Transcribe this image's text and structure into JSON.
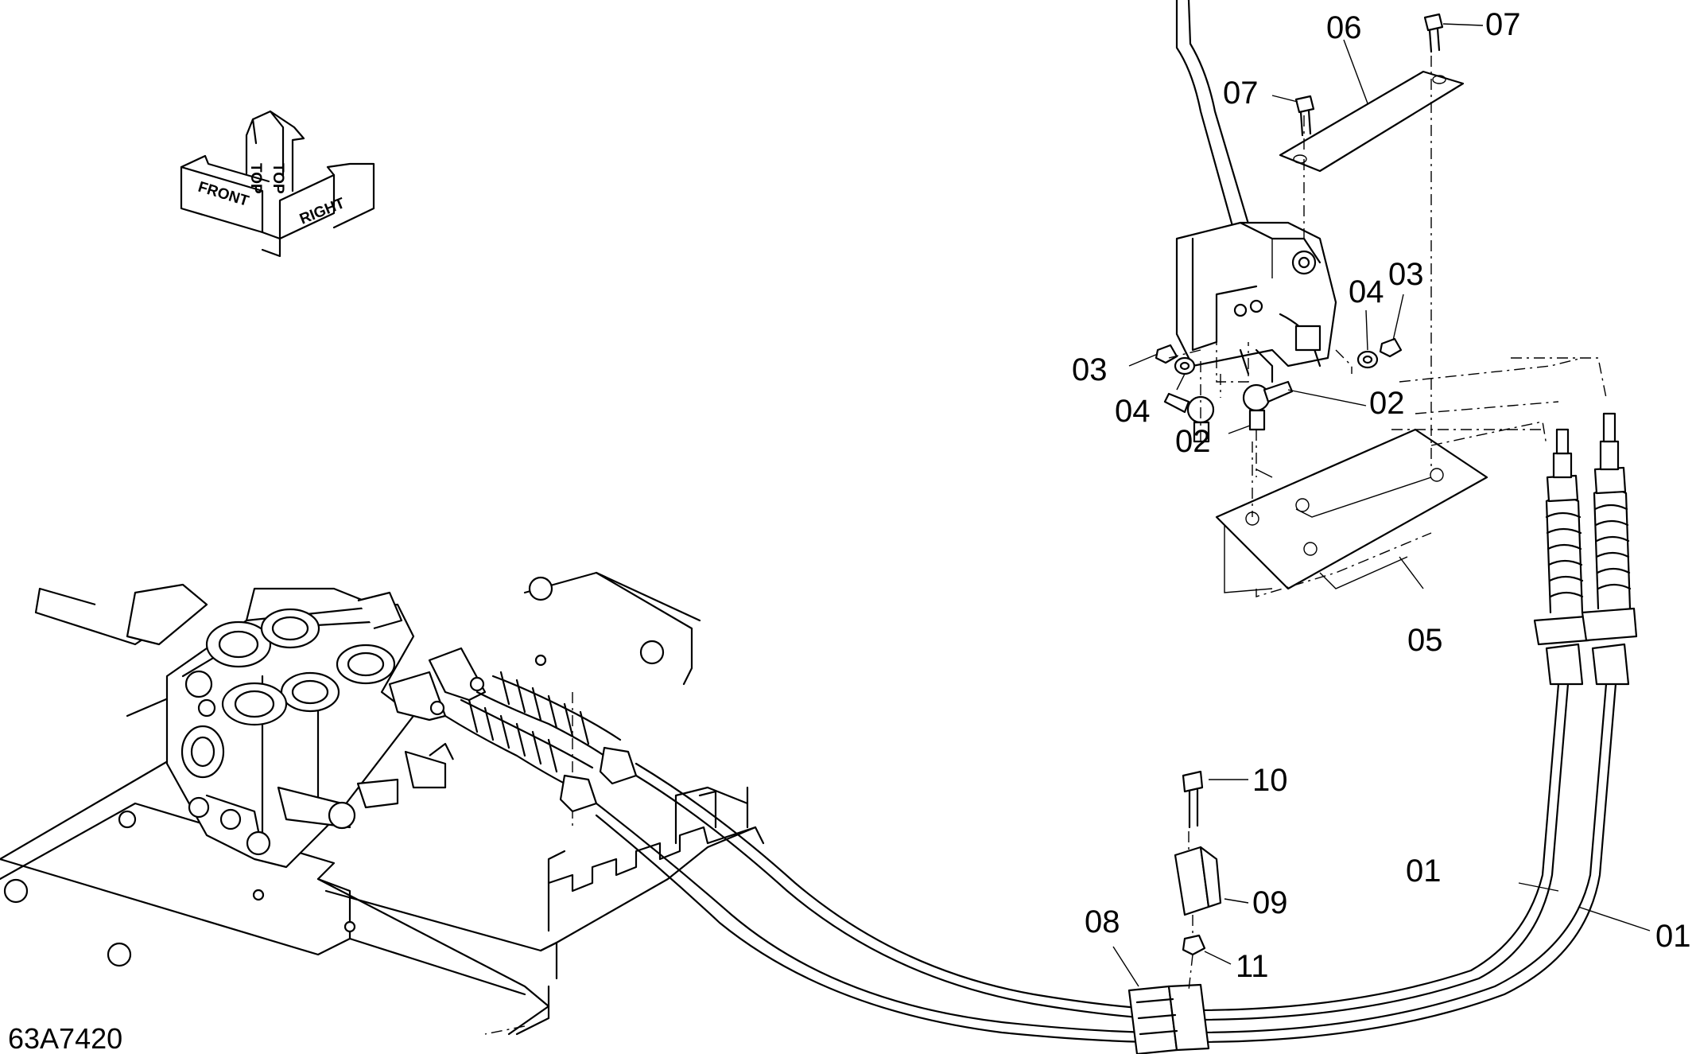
{
  "drawing_code": "63A7420",
  "orientation": {
    "front": "FRONT",
    "top": "TOP",
    "right": "RIGHT"
  },
  "callouts": [
    {
      "id": "01a",
      "label": "01"
    },
    {
      "id": "01b",
      "label": "01"
    },
    {
      "id": "02a",
      "label": "02"
    },
    {
      "id": "02b",
      "label": "02"
    },
    {
      "id": "03a",
      "label": "03"
    },
    {
      "id": "03b",
      "label": "03"
    },
    {
      "id": "04a",
      "label": "04"
    },
    {
      "id": "04b",
      "label": "04"
    },
    {
      "id": "05",
      "label": "05"
    },
    {
      "id": "06",
      "label": "06"
    },
    {
      "id": "07a",
      "label": "07"
    },
    {
      "id": "07b",
      "label": "07"
    },
    {
      "id": "08",
      "label": "08"
    },
    {
      "id": "09",
      "label": "09"
    },
    {
      "id": "10",
      "label": "10"
    },
    {
      "id": "11",
      "label": "11"
    }
  ]
}
